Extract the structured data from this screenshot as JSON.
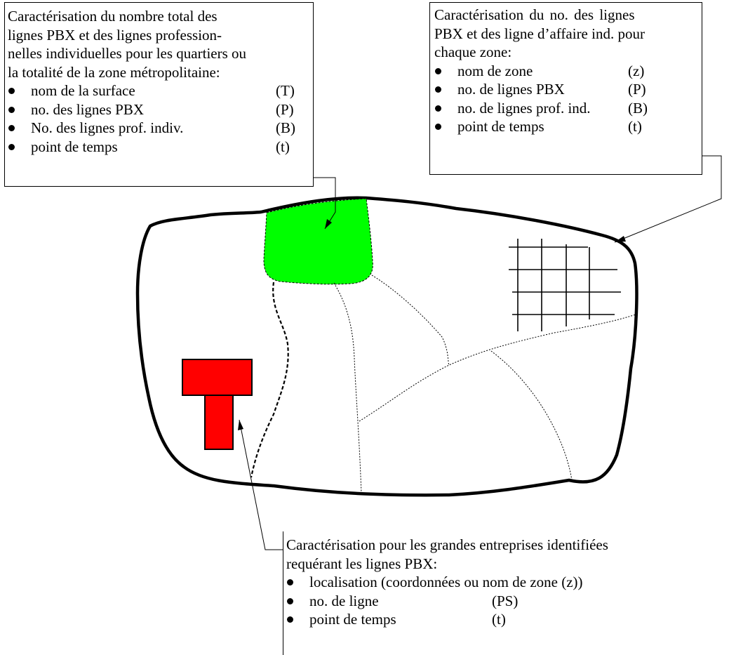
{
  "callouts": {
    "left": {
      "desc": "Caractérisation du nombre total des lignes PBX et des lignes profession-nelles individuelles pour les quartiers ou la totalité de la zone métropolitaine:",
      "desc_lines": [
        "Caractérisation du nombre total des",
        "lignes PBX et des lignes profession-",
        "nelles individuelles pour les quartiers ou",
        "la totalité de la zone métropolitaine:"
      ],
      "items": [
        {
          "text": "nom de la surface",
          "sym": "(T)"
        },
        {
          "text": "no. des lignes PBX",
          "sym": "(P)"
        },
        {
          "text": "No. des lignes prof. indiv.",
          "sym": "(B)"
        },
        {
          "text": "point de temps",
          "sym": "(t)"
        }
      ]
    },
    "right": {
      "desc_lines": [
        "Caractérisation du no. des lignes",
        "PBX et des ligne d’affaire ind. pour",
        "chaque zone:"
      ],
      "items": [
        {
          "text": "nom de zone",
          "sym": "(z)"
        },
        {
          "text": "no. de lignes PBX",
          "sym": "(P)"
        },
        {
          "text": "no. de lignes prof. ind.",
          "sym": "(B)"
        },
        {
          "text": "point de temps",
          "sym": "(t)"
        }
      ]
    },
    "bottom": {
      "desc_lines": [
        "Caractérisation pour les grandes entreprises  identifiées",
        "requérant les lignes PBX:"
      ],
      "items": [
        {
          "text": "localisation (coordonnées ou nom de zone (z))",
          "sym": ""
        },
        {
          "text": "no. de ligne",
          "sym": "(PS)"
        },
        {
          "text": "point de temps",
          "sym": "(t)"
        }
      ]
    }
  },
  "colors": {
    "district": "#00ff00",
    "company": "#ff0000",
    "outline": "#000000"
  }
}
